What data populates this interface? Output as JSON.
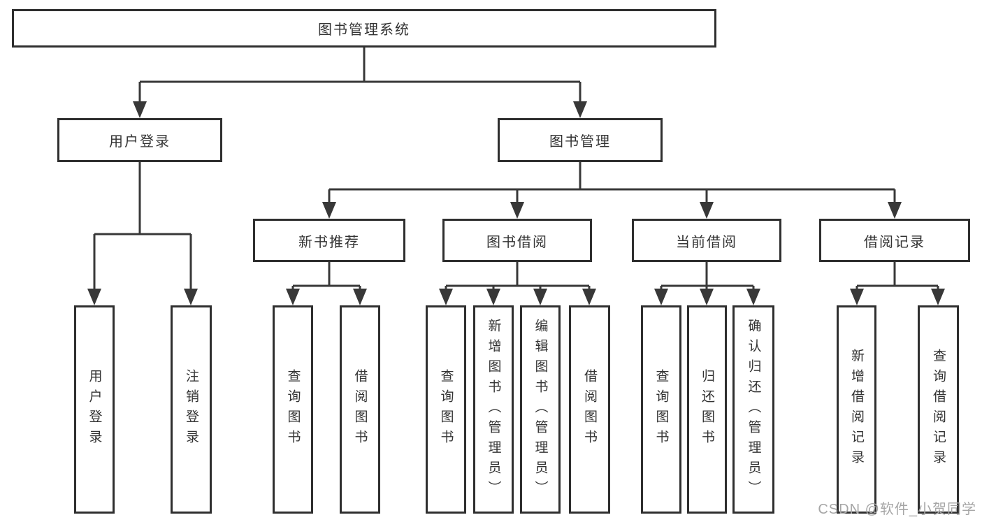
{
  "diagram": {
    "root": {
      "label": "图书管理系统"
    },
    "level2": [
      {
        "label": "用户登录",
        "children": [
          {
            "label": "用户登录"
          },
          {
            "label": "注销登录"
          }
        ]
      },
      {
        "label": "图书管理",
        "modules": [
          {
            "label": "新书推荐",
            "children": [
              {
                "label": "查询图书"
              },
              {
                "label": "借阅图书"
              }
            ]
          },
          {
            "label": "图书借阅",
            "children": [
              {
                "label": "查询图书"
              },
              {
                "label": "新增图书（管理员）"
              },
              {
                "label": "编辑图书（管理员）"
              },
              {
                "label": "借阅图书"
              }
            ]
          },
          {
            "label": "当前借阅",
            "children": [
              {
                "label": "查询图书"
              },
              {
                "label": "归还图书"
              },
              {
                "label": "确认归还（管理员）"
              }
            ]
          },
          {
            "label": "借阅记录",
            "children": [
              {
                "label": "新增借阅记录"
              },
              {
                "label": "查询借阅记录"
              }
            ]
          }
        ]
      }
    ]
  },
  "watermark": {
    "text": "CSDN @软件_小贺同学"
  },
  "colors": {
    "line": "#383838",
    "box_border": "#2f2f2f",
    "text": "#333333",
    "watermark": "#a6a6a6",
    "background": "#ffffff"
  }
}
